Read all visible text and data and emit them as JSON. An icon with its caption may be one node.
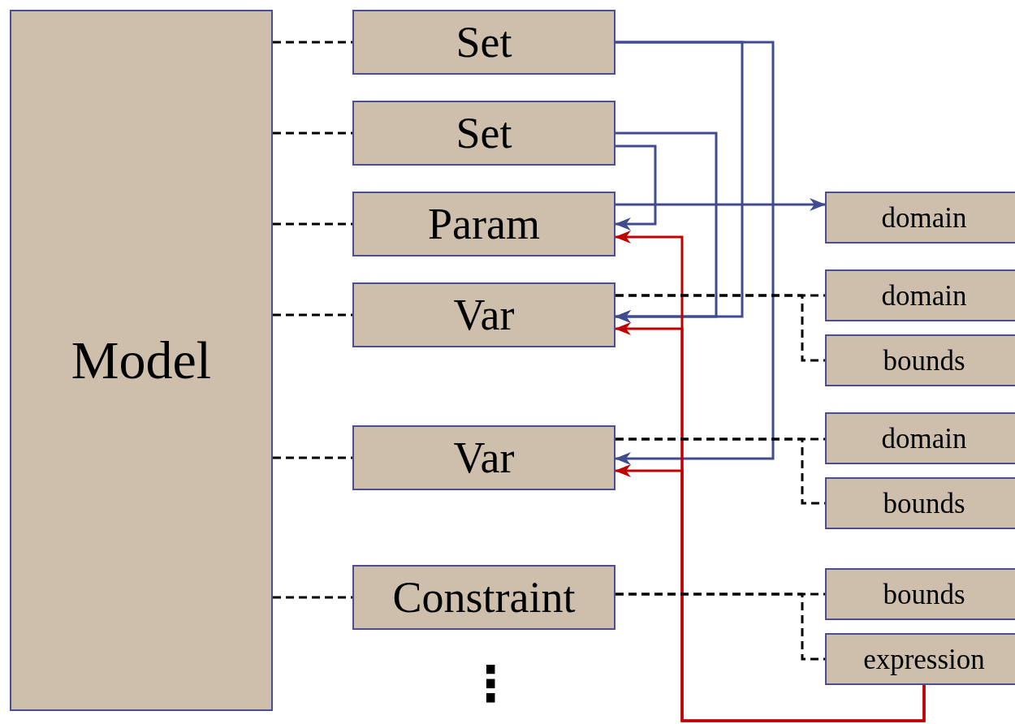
{
  "diagram": {
    "nodes": [
      {
        "text": [
          "Model"
        ]
      },
      {
        "text": [
          "Set"
        ]
      },
      {
        "text": [
          "Set"
        ]
      },
      {
        "text": [
          "Param"
        ]
      },
      {
        "text": [
          "Var"
        ]
      },
      {
        "text": [
          "Var"
        ]
      },
      {
        "text": [
          "Constraint"
        ]
      },
      {
        "text": [
          "domain"
        ]
      },
      {
        "text": [
          "domain"
        ]
      },
      {
        "text": [
          "bounds"
        ]
      },
      {
        "text": [
          "domain"
        ]
      },
      {
        "text": [
          "bounds"
        ]
      },
      {
        "text": [
          "bounds"
        ]
      },
      {
        "text": [
          "expression"
        ]
      }
    ],
    "edges": [
      {
        "from": 0,
        "to": 1,
        "arrow": "none",
        "style": "dashed"
      },
      {
        "from": 0,
        "to": 2,
        "arrow": "none",
        "style": "dashed"
      },
      {
        "from": 0,
        "to": 3,
        "arrow": "none",
        "style": "dashed"
      },
      {
        "from": 0,
        "to": 4,
        "arrow": "none",
        "style": "dashed"
      },
      {
        "from": 0,
        "to": 5,
        "arrow": "none",
        "style": "dashed"
      },
      {
        "from": 0,
        "to": 6,
        "arrow": "none",
        "style": "dashed"
      },
      {
        "from": 1,
        "to": 4,
        "arrow": "to",
        "color": "#414b8f"
      },
      {
        "from": 1,
        "to": 5,
        "arrow": "to",
        "color": "#414b8f"
      },
      {
        "from": 2,
        "to": 4,
        "arrow": "to",
        "color": "#414b8f"
      },
      {
        "from": 2,
        "to": 3,
        "arrow": "to",
        "color": "#414b8f"
      },
      {
        "from": 3,
        "to": 7,
        "arrow": "to",
        "color": "#414b8f"
      },
      {
        "from": 13,
        "to": 3,
        "arrow": "to",
        "color": "#c00000"
      },
      {
        "from": 13,
        "to": 4,
        "arrow": "to",
        "color": "#c00000"
      },
      {
        "from": 13,
        "to": 5,
        "arrow": "to",
        "color": "#c00000"
      },
      {
        "from": 4,
        "to": 8,
        "arrow": "none",
        "style": "dashed"
      },
      {
        "from": 4,
        "to": 9,
        "arrow": "none",
        "style": "dashed"
      },
      {
        "from": 5,
        "to": 10,
        "arrow": "none",
        "style": "dashed"
      },
      {
        "from": 5,
        "to": 11,
        "arrow": "none",
        "style": "dashed"
      },
      {
        "from": 6,
        "to": 12,
        "arrow": "none",
        "style": "dashed"
      },
      {
        "from": 6,
        "to": 13,
        "arrow": "none",
        "style": "dashed"
      }
    ],
    "labels": [
      "⋮"
    ]
  }
}
